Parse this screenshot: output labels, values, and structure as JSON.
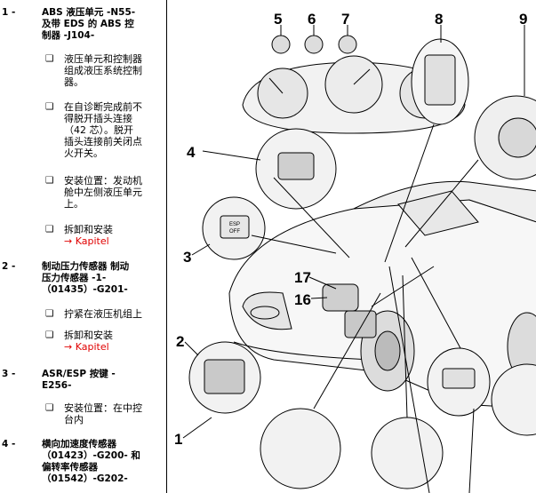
{
  "items": [
    {
      "num": "1 -",
      "title": "ABS 液压单元 -N55- 及带 EDS 的 ABS 控制器 -J104-",
      "lines": [
        "ABS 液压单元 -N55-",
        "及带 EDS 的 ABS 控",
        "制器 -J104-"
      ],
      "bullets": [
        {
          "lines": [
            "液压单元和控制器",
            "组成液压系统控制",
            "器。"
          ]
        },
        {
          "lines": [
            "在自诊断完成前不",
            "得脱开插头连接",
            "（42 芯）。脱开",
            "插头连接前关闭点",
            "火开关。"
          ]
        },
        {
          "lines": [
            "安装位置：发动机",
            "舱中左侧液压单元",
            "上。"
          ]
        },
        {
          "lines": [
            "拆卸和安装"
          ],
          "link": "→ Kapitel"
        }
      ]
    },
    {
      "num": "2 -",
      "lines": [
        "制动压力传感器 制动",
        "压力传感器 -1-",
        "（01435）-G201-"
      ],
      "bullets": [
        {
          "lines": [
            "拧紧在液压机组上"
          ]
        },
        {
          "lines": [
            "拆卸和安装"
          ],
          "link": "→ Kapitel"
        }
      ]
    },
    {
      "num": "3 -",
      "lines": [
        "ASR/ESP 按键 -",
        "E256-"
      ],
      "bullets": [
        {
          "lines": [
            "安装位置：在中控",
            "台内"
          ]
        }
      ]
    },
    {
      "num": "4 -",
      "lines": [
        "横向加速度传感器",
        "（01423）-G200- 和",
        "偏转率传感器",
        "（01542）-G202-"
      ],
      "bullets": []
    }
  ],
  "callouts": [
    "1",
    "2",
    "3",
    "4",
    "5",
    "6",
    "7",
    "8",
    "9",
    "16",
    "17"
  ],
  "esp_button": {
    "line1": "ESP",
    "line2": "OFF"
  }
}
